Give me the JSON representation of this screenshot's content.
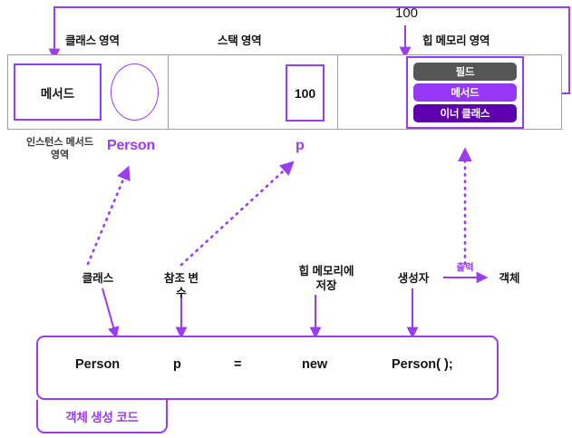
{
  "diagram": {
    "title": "Java object creation memory diagram",
    "accent_color": "#9a3cf0",
    "areas": {
      "class_area_header": "클래스 영역",
      "stack_area_header": "스택 영역",
      "heap_area_header": "힙 메모리 영역"
    },
    "class_area": {
      "method_box_label": "메서드",
      "instance_method_label": "인스턴스\n메서드 영역",
      "class_name_label": "Person"
    },
    "stack_area": {
      "value_box_label": "100",
      "variable_name_label": "p"
    },
    "heap_area": {
      "address_label": "100",
      "members": [
        {
          "label": "필드",
          "color": "#565656"
        },
        {
          "label": "메서드",
          "color": "#9537f5"
        },
        {
          "label": "이너 클래스",
          "color": "#5c00b0"
        }
      ]
    },
    "annotations": {
      "class": "클래스",
      "reference_variable": "참조 변\n수",
      "heap_store": "힙 메모리에\n저장",
      "constructor": "생성자",
      "output": "출력",
      "object": "객체"
    },
    "code": {
      "tokens": {
        "type": "Person",
        "variable": "p",
        "assign": "=",
        "keyword": "new",
        "constructor_call": "Person( );"
      },
      "tag_label": "객체 생성 코드"
    }
  }
}
